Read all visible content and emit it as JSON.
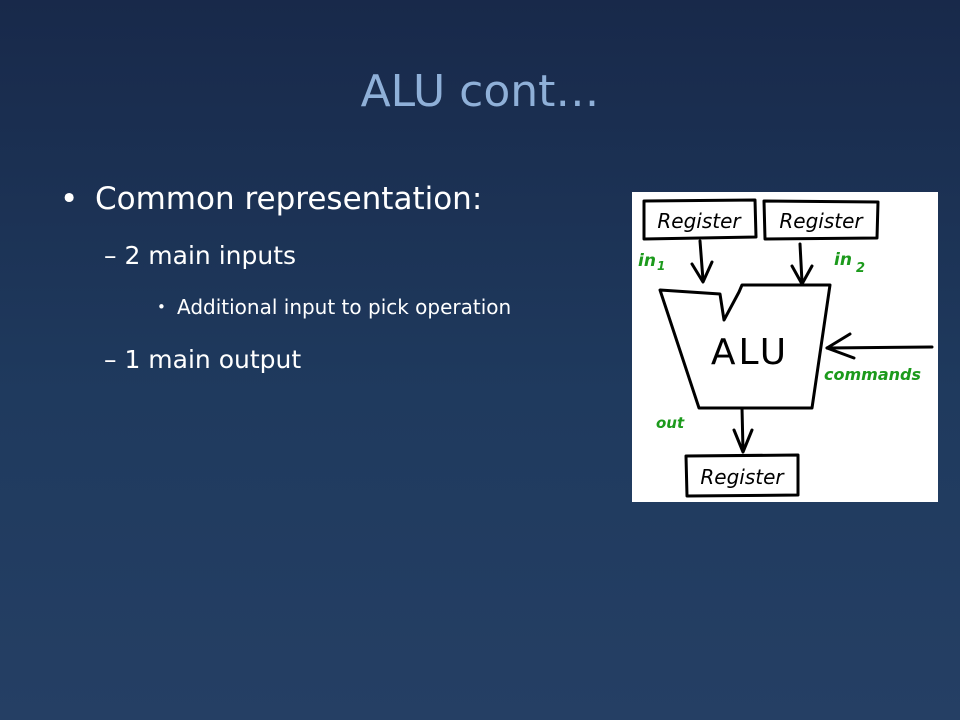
{
  "slide": {
    "title": "ALU cont…",
    "bullets": [
      {
        "marker": "•",
        "text": "Common representation:"
      },
      {
        "marker": "–",
        "text": "2 main inputs"
      },
      {
        "marker": "•",
        "text": "Additional input to pick operation"
      },
      {
        "marker": "–",
        "text": "1 main output"
      }
    ]
  },
  "diagram": {
    "register_top_left": "Register",
    "register_top_right": "Register",
    "register_bottom": "Register",
    "alu_label": "ALU",
    "label_in1": "in",
    "label_in1_sub": "1",
    "label_in2": "in",
    "label_in2_sub": "2",
    "label_commands": "commands",
    "label_out": "out",
    "colors": {
      "ink": "#000000",
      "label_green": "#1c9a1c",
      "slide_text": "#ffffff",
      "title": "#8fb0d8"
    }
  }
}
